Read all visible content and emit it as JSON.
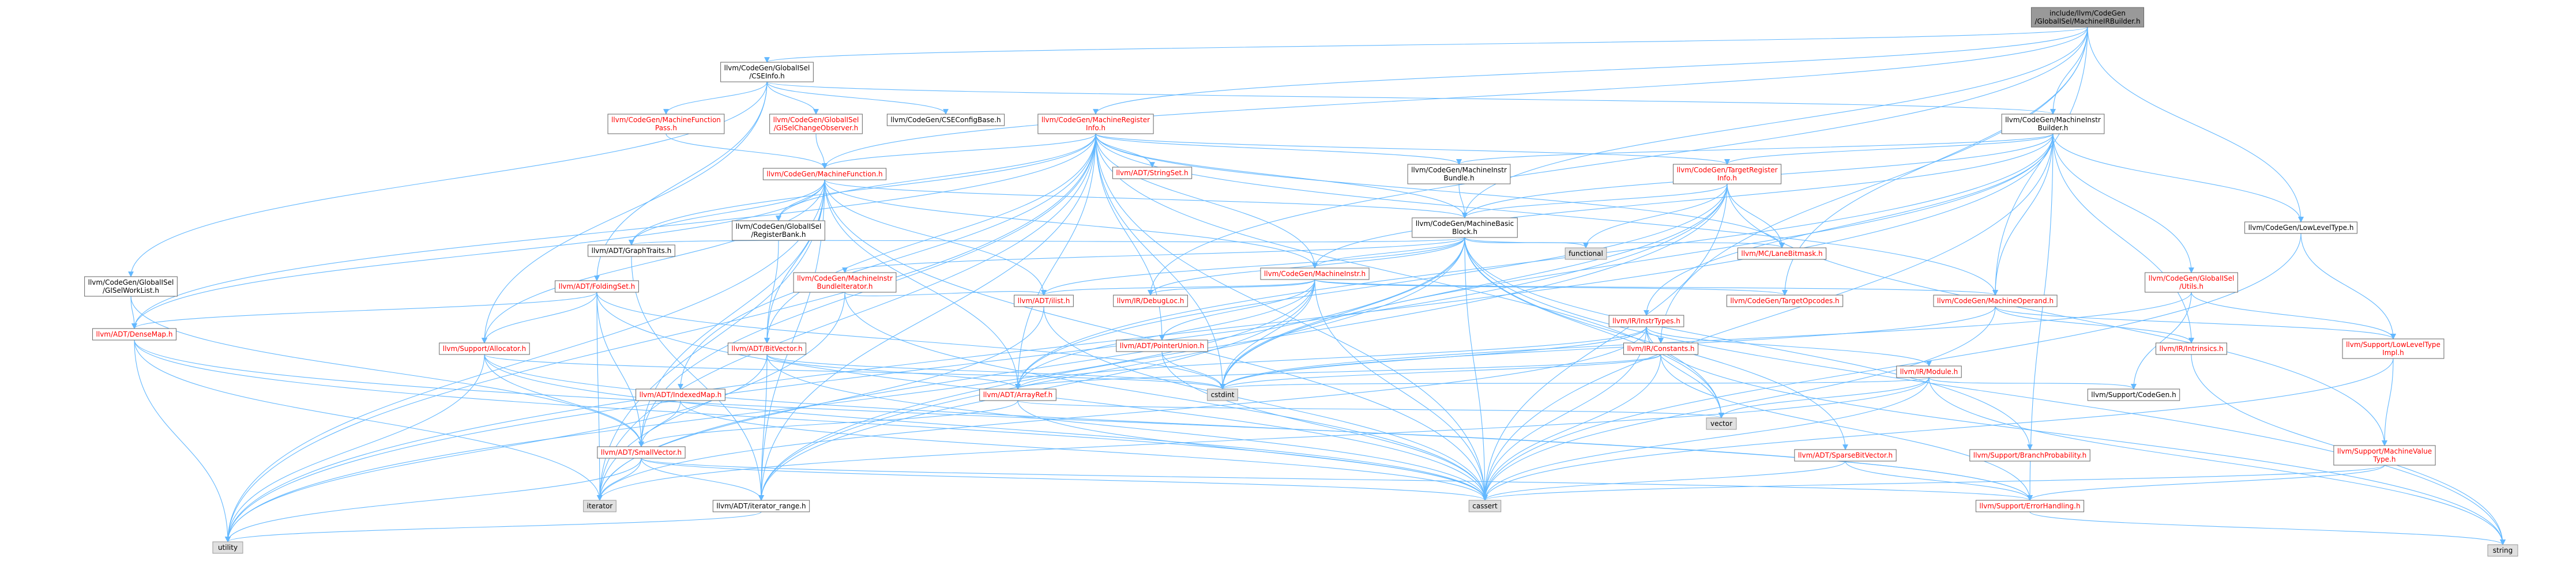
{
  "diagram": {
    "type": "include-dependency-graph",
    "colors": {
      "edge": "#63b8ff",
      "root_fill": "#999999",
      "node_fill": "#ffffff",
      "node_border": "#666666",
      "system_fill": "#e0e0e0",
      "system_border": "#999999",
      "link_red": "#ff0000"
    },
    "nodes": [
      {
        "id": "root",
        "lines": [
          "include/llvm/CodeGen",
          "/GlobalISel/MachineIRBuilder.h"
        ],
        "kind": "root"
      },
      {
        "id": "cseinfo",
        "lines": [
          "llvm/CodeGen/GlobalISel",
          "/CSEInfo.h"
        ],
        "kind": "normal"
      },
      {
        "id": "mri",
        "lines": [
          "llvm/CodeGen/MachineRegister",
          "Info.h"
        ],
        "kind": "red"
      },
      {
        "id": "mib",
        "lines": [
          "llvm/CodeGen/MachineInstr",
          "Builder.h"
        ],
        "kind": "normal"
      },
      {
        "id": "mfpass",
        "lines": [
          "llvm/CodeGen/MachineFunction",
          "Pass.h"
        ],
        "kind": "red"
      },
      {
        "id": "gischange",
        "lines": [
          "llvm/CodeGen/GlobalISel",
          "/GISelChangeObserver.h"
        ],
        "kind": "red"
      },
      {
        "id": "csebase",
        "lines": [
          "llvm/CodeGen/CSEConfigBase.h"
        ],
        "kind": "normal"
      },
      {
        "id": "stringset",
        "lines": [
          "llvm/ADT/StringSet.h"
        ],
        "kind": "red"
      },
      {
        "id": "mibundle",
        "lines": [
          "llvm/CodeGen/MachineInstr",
          "Bundle.h"
        ],
        "kind": "normal"
      },
      {
        "id": "tri",
        "lines": [
          "llvm/CodeGen/TargetRegister",
          "Info.h"
        ],
        "kind": "red"
      },
      {
        "id": "mf",
        "lines": [
          "llvm/CodeGen/MachineFunction.h"
        ],
        "kind": "red"
      },
      {
        "id": "mbb",
        "lines": [
          "llvm/CodeGen/MachineBasic",
          "Block.h"
        ],
        "kind": "normal"
      },
      {
        "id": "lowlevel",
        "lines": [
          "llvm/CodeGen/LowLevelType.h"
        ],
        "kind": "normal"
      },
      {
        "id": "regbank",
        "lines": [
          "llvm/CodeGen/GlobalISel",
          "/RegisterBank.h"
        ],
        "kind": "normal"
      },
      {
        "id": "graphtraits",
        "lines": [
          "llvm/ADT/GraphTraits.h"
        ],
        "kind": "normal"
      },
      {
        "id": "functional",
        "lines": [
          "functional"
        ],
        "kind": "system"
      },
      {
        "id": "lanebitmask",
        "lines": [
          "llvm/MC/LaneBitmask.h"
        ],
        "kind": "red"
      },
      {
        "id": "worklist",
        "lines": [
          "llvm/CodeGen/GlobalISel",
          "/GISelWorkList.h"
        ],
        "kind": "normal"
      },
      {
        "id": "foldingset",
        "lines": [
          "llvm/ADT/FoldingSet.h"
        ],
        "kind": "red"
      },
      {
        "id": "mibundleiter",
        "lines": [
          "llvm/CodeGen/MachineInstr",
          "BundleIterator.h"
        ],
        "kind": "red"
      },
      {
        "id": "mi",
        "lines": [
          "llvm/CodeGen/MachineInstr.h"
        ],
        "kind": "red"
      },
      {
        "id": "giutils",
        "lines": [
          "llvm/CodeGen/GlobalISel",
          "/Utils.h"
        ],
        "kind": "red"
      },
      {
        "id": "ilist",
        "lines": [
          "llvm/ADT/ilist.h"
        ],
        "kind": "red"
      },
      {
        "id": "debugloc",
        "lines": [
          "llvm/IR/DebugLoc.h"
        ],
        "kind": "red"
      },
      {
        "id": "targetopcodes",
        "lines": [
          "llvm/CodeGen/TargetOpcodes.h"
        ],
        "kind": "red"
      },
      {
        "id": "mo",
        "lines": [
          "llvm/CodeGen/MachineOperand.h"
        ],
        "kind": "red"
      },
      {
        "id": "instrtypes",
        "lines": [
          "llvm/IR/InstrTypes.h"
        ],
        "kind": "red"
      },
      {
        "id": "densemap",
        "lines": [
          "llvm/ADT/DenseMap.h"
        ],
        "kind": "red"
      },
      {
        "id": "allocator",
        "lines": [
          "llvm/Support/Allocator.h"
        ],
        "kind": "red"
      },
      {
        "id": "bitvector",
        "lines": [
          "llvm/ADT/BitVector.h"
        ],
        "kind": "red"
      },
      {
        "id": "ptrunion",
        "lines": [
          "llvm/ADT/PointerUnion.h"
        ],
        "kind": "red"
      },
      {
        "id": "constants",
        "lines": [
          "llvm/IR/Constants.h"
        ],
        "kind": "red"
      },
      {
        "id": "intrinsics",
        "lines": [
          "llvm/IR/Intrinsics.h"
        ],
        "kind": "red"
      },
      {
        "id": "lltimpl",
        "lines": [
          "llvm/Support/LowLevelType",
          "Impl.h"
        ],
        "kind": "red"
      },
      {
        "id": "module",
        "lines": [
          "llvm/IR/Module.h"
        ],
        "kind": "red"
      },
      {
        "id": "indexedmap",
        "lines": [
          "llvm/ADT/IndexedMap.h"
        ],
        "kind": "red"
      },
      {
        "id": "arrayref",
        "lines": [
          "llvm/ADT/ArrayRef.h"
        ],
        "kind": "red"
      },
      {
        "id": "cstdint",
        "lines": [
          "cstdint"
        ],
        "kind": "system"
      },
      {
        "id": "supportcodegen",
        "lines": [
          "llvm/Support/CodeGen.h"
        ],
        "kind": "normal"
      },
      {
        "id": "vector",
        "lines": [
          "vector"
        ],
        "kind": "system"
      },
      {
        "id": "smallvector",
        "lines": [
          "llvm/ADT/SmallVector.h"
        ],
        "kind": "red"
      },
      {
        "id": "sparsebit",
        "lines": [
          "llvm/ADT/SparseBitVector.h"
        ],
        "kind": "red"
      },
      {
        "id": "branchprob",
        "lines": [
          "llvm/Support/BranchProbability.h"
        ],
        "kind": "red"
      },
      {
        "id": "mvt",
        "lines": [
          "llvm/Support/MachineValue",
          "Type.h"
        ],
        "kind": "red"
      },
      {
        "id": "iterator",
        "lines": [
          "iterator"
        ],
        "kind": "system"
      },
      {
        "id": "iterrange",
        "lines": [
          "llvm/ADT/iterator_range.h"
        ],
        "kind": "normal"
      },
      {
        "id": "cassert",
        "lines": [
          "cassert"
        ],
        "kind": "system"
      },
      {
        "id": "errorhandling",
        "lines": [
          "llvm/Support/ErrorHandling.h"
        ],
        "kind": "red"
      },
      {
        "id": "utility",
        "lines": [
          "utility"
        ],
        "kind": "system"
      },
      {
        "id": "string",
        "lines": [
          "string"
        ],
        "kind": "system"
      }
    ],
    "edges": [
      [
        "root",
        "cseinfo"
      ],
      [
        "root",
        "mri"
      ],
      [
        "root",
        "mib"
      ],
      [
        "root",
        "mbb"
      ],
      [
        "root",
        "lowlevel"
      ],
      [
        "root",
        "debugloc"
      ],
      [
        "root",
        "constants"
      ],
      [
        "root",
        "mo"
      ],
      [
        "root",
        "targetopcodes"
      ],
      [
        "root",
        "mf"
      ],
      [
        "cseinfo",
        "mfpass"
      ],
      [
        "cseinfo",
        "gischange"
      ],
      [
        "cseinfo",
        "csebase"
      ],
      [
        "cseinfo",
        "foldingset"
      ],
      [
        "cseinfo",
        "worklist"
      ],
      [
        "cseinfo",
        "allocator"
      ],
      [
        "cseinfo",
        "mib"
      ],
      [
        "gischange",
        "mf"
      ],
      [
        "mfpass",
        "mf"
      ],
      [
        "mri",
        "stringset"
      ],
      [
        "mri",
        "mibundle"
      ],
      [
        "mri",
        "tri"
      ],
      [
        "mri",
        "mf"
      ],
      [
        "mri",
        "mbb"
      ],
      [
        "mri",
        "regbank"
      ],
      [
        "mri",
        "lanebitmask"
      ],
      [
        "mri",
        "graphtraits"
      ],
      [
        "mri",
        "bitvector"
      ],
      [
        "mri",
        "indexedmap"
      ],
      [
        "mri",
        "ptrunion"
      ],
      [
        "mri",
        "arrayref"
      ],
      [
        "mri",
        "smallvector"
      ],
      [
        "mri",
        "iterator"
      ],
      [
        "mri",
        "iterrange"
      ],
      [
        "mri",
        "cassert"
      ],
      [
        "mri",
        "cstdint"
      ],
      [
        "mri",
        "utility"
      ],
      [
        "mri",
        "densemap"
      ],
      [
        "mri",
        "vector"
      ],
      [
        "mri",
        "mo"
      ],
      [
        "mri",
        "mi"
      ],
      [
        "mib",
        "mibundle"
      ],
      [
        "mib",
        "tri"
      ],
      [
        "mib",
        "mbb"
      ],
      [
        "mib",
        "lowlevel"
      ],
      [
        "mib",
        "giutils"
      ],
      [
        "mib",
        "mo"
      ],
      [
        "mib",
        "mi"
      ],
      [
        "mib",
        "instrtypes"
      ],
      [
        "mib",
        "intrinsics"
      ],
      [
        "mib",
        "errorhandling"
      ],
      [
        "mib",
        "cstdint"
      ],
      [
        "mib",
        "arrayref"
      ],
      [
        "mib",
        "cassert"
      ],
      [
        "mib",
        "utility"
      ],
      [
        "mibundle",
        "mbb"
      ],
      [
        "tri",
        "mbb"
      ],
      [
        "tri",
        "lanebitmask"
      ],
      [
        "tri",
        "functional"
      ],
      [
        "tri",
        "mvt"
      ],
      [
        "tri",
        "arrayref"
      ],
      [
        "tri",
        "iterrange"
      ],
      [
        "tri",
        "cassert"
      ],
      [
        "tri",
        "cstdint"
      ],
      [
        "tri",
        "utility"
      ],
      [
        "mf",
        "mbb"
      ],
      [
        "mf",
        "regbank"
      ],
      [
        "mf",
        "graphtraits"
      ],
      [
        "mf",
        "densemap"
      ],
      [
        "mf",
        "allocator"
      ],
      [
        "mf",
        "bitvector"
      ],
      [
        "mf",
        "arrayref"
      ],
      [
        "mf",
        "smallvector"
      ],
      [
        "mf",
        "ilist"
      ],
      [
        "mf",
        "iterator"
      ],
      [
        "mf",
        "cassert"
      ],
      [
        "mf",
        "utility"
      ],
      [
        "mf",
        "iterrange"
      ],
      [
        "mf",
        "mi"
      ],
      [
        "mbb",
        "graphtraits"
      ],
      [
        "mbb",
        "functional"
      ],
      [
        "mbb",
        "lanebitmask"
      ],
      [
        "mbb",
        "mibundleiter"
      ],
      [
        "mbb",
        "mi"
      ],
      [
        "mbb",
        "ilist"
      ],
      [
        "mbb",
        "debugloc"
      ],
      [
        "mbb",
        "sparsebit"
      ],
      [
        "mbb",
        "branchprob"
      ],
      [
        "mbb",
        "iterator"
      ],
      [
        "mbb",
        "iterrange"
      ],
      [
        "mbb",
        "cassert"
      ],
      [
        "mbb",
        "cstdint"
      ],
      [
        "mbb",
        "vector"
      ],
      [
        "mbb",
        "string"
      ],
      [
        "lowlevel",
        "lltimpl"
      ],
      [
        "lowlevel",
        "cassert"
      ],
      [
        "regbank",
        "bitvector"
      ],
      [
        "graphtraits",
        "iterrange"
      ],
      [
        "worklist",
        "densemap"
      ],
      [
        "worklist",
        "smallvector"
      ],
      [
        "foldingset",
        "densemap"
      ],
      [
        "foldingset",
        "allocator"
      ],
      [
        "foldingset",
        "smallvector"
      ],
      [
        "foldingset",
        "iterator"
      ],
      [
        "foldingset",
        "cassert"
      ],
      [
        "foldingset",
        "cstdint"
      ],
      [
        "mibundleiter",
        "ilist"
      ],
      [
        "mibundleiter",
        "cassert"
      ],
      [
        "mibundleiter",
        "iterator"
      ],
      [
        "mi",
        "mo"
      ],
      [
        "mi",
        "targetopcodes"
      ],
      [
        "mi",
        "debugloc"
      ],
      [
        "mi",
        "ilist"
      ],
      [
        "mi",
        "arrayref"
      ],
      [
        "mi",
        "ptrunion"
      ],
      [
        "mi",
        "iterrange"
      ],
      [
        "mi",
        "cassert"
      ],
      [
        "mi",
        "cstdint"
      ],
      [
        "mi",
        "utility"
      ],
      [
        "giutils",
        "lltimpl"
      ],
      [
        "giutils",
        "supportcodegen"
      ],
      [
        "giutils",
        "cstdint"
      ],
      [
        "ilist",
        "cassert"
      ],
      [
        "ilist",
        "iterator"
      ],
      [
        "mo",
        "intrinsics"
      ],
      [
        "mo",
        "lltimpl"
      ],
      [
        "mo",
        "cassert"
      ],
      [
        "mo",
        "cstdint"
      ],
      [
        "instrtypes",
        "constants"
      ],
      [
        "instrtypes",
        "arrayref"
      ],
      [
        "instrtypes",
        "module"
      ],
      [
        "instrtypes",
        "cassert"
      ],
      [
        "instrtypes",
        "cstdint"
      ],
      [
        "instrtypes",
        "iterator"
      ],
      [
        "instrtypes",
        "vector"
      ],
      [
        "instrtypes",
        "string"
      ],
      [
        "densemap",
        "errorhandling"
      ],
      [
        "densemap",
        "iterator"
      ],
      [
        "densemap",
        "utility"
      ],
      [
        "densemap",
        "cassert"
      ],
      [
        "allocator",
        "smallvector"
      ],
      [
        "allocator",
        "errorhandling"
      ],
      [
        "allocator",
        "cassert"
      ],
      [
        "allocator",
        "cstdint"
      ],
      [
        "allocator",
        "utility"
      ],
      [
        "bitvector",
        "arrayref"
      ],
      [
        "bitvector",
        "iterrange"
      ],
      [
        "bitvector",
        "cassert"
      ],
      [
        "bitvector",
        "cstdint"
      ],
      [
        "bitvector",
        "utility"
      ],
      [
        "ptrunion",
        "cassert"
      ],
      [
        "ptrunion",
        "cstdint"
      ],
      [
        "constants",
        "arrayref"
      ],
      [
        "constants",
        "errorhandling"
      ],
      [
        "constants",
        "cassert"
      ],
      [
        "constants",
        "cstdint"
      ],
      [
        "intrinsics",
        "string"
      ],
      [
        "lltimpl",
        "mvt"
      ],
      [
        "lltimpl",
        "cassert"
      ],
      [
        "module",
        "supportcodegen"
      ],
      [
        "module",
        "iterator"
      ],
      [
        "module",
        "string"
      ],
      [
        "module",
        "cassert"
      ],
      [
        "module",
        "cstdint"
      ],
      [
        "module",
        "vector"
      ],
      [
        "indexedmap",
        "smallvector"
      ],
      [
        "indexedmap",
        "cassert"
      ],
      [
        "arrayref",
        "smallvector"
      ],
      [
        "arrayref",
        "vector"
      ],
      [
        "arrayref",
        "cassert"
      ],
      [
        "smallvector",
        "iterator"
      ],
      [
        "smallvector",
        "iterrange"
      ],
      [
        "smallvector",
        "cassert"
      ],
      [
        "smallvector",
        "errorhandling"
      ],
      [
        "smallvector",
        "utility"
      ],
      [
        "mvt",
        "errorhandling"
      ],
      [
        "mvt",
        "cassert"
      ],
      [
        "sparsebit",
        "errorhandling"
      ],
      [
        "sparsebit",
        "cassert"
      ],
      [
        "iterrange",
        "utility"
      ],
      [
        "errorhandling",
        "string"
      ]
    ]
  }
}
